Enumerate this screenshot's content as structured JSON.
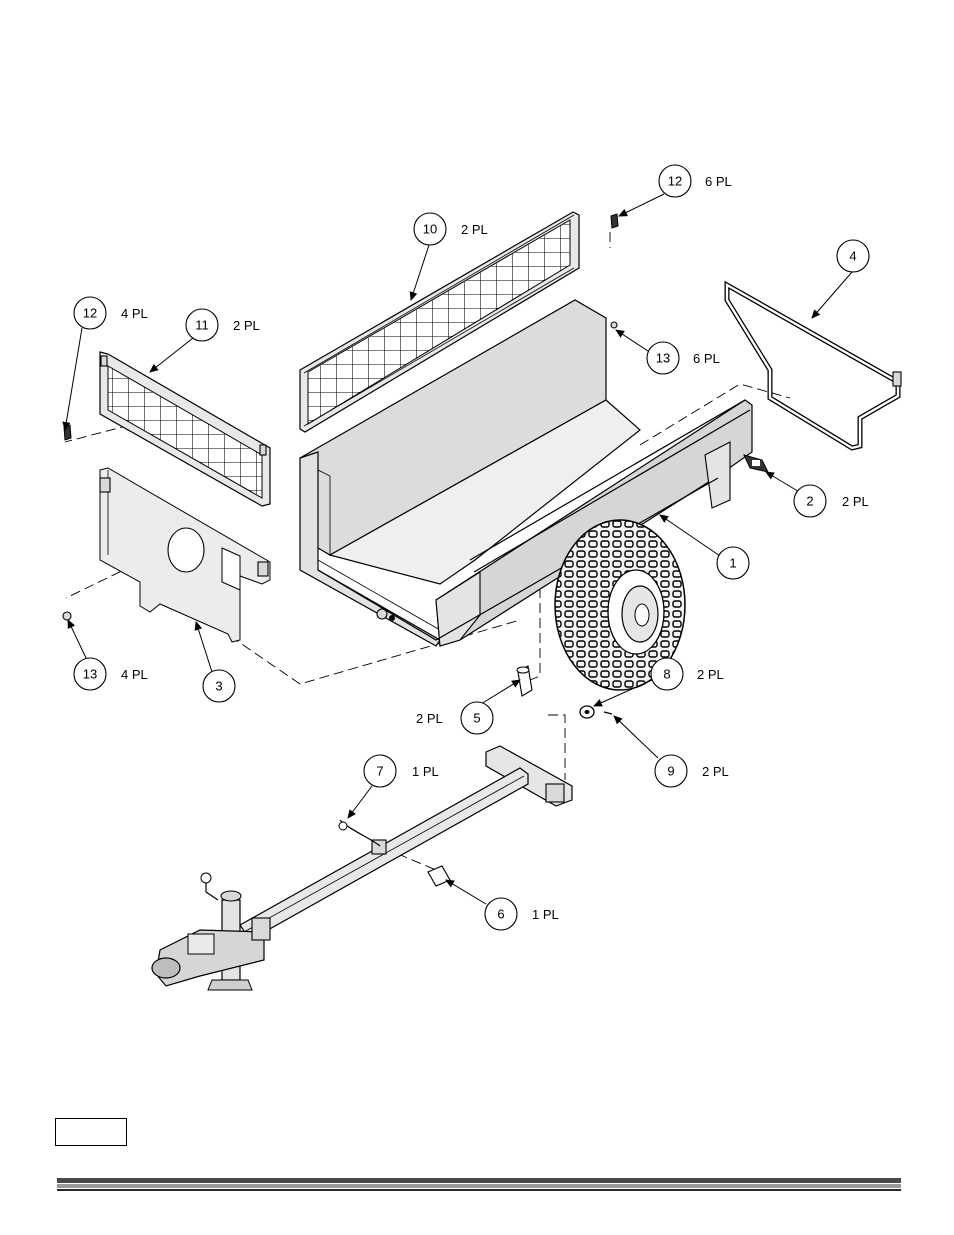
{
  "callouts": [
    {
      "id": "1",
      "qty": ""
    },
    {
      "id": "2",
      "qty": "2 PL"
    },
    {
      "id": "3",
      "qty": ""
    },
    {
      "id": "4",
      "qty": ""
    },
    {
      "id": "5",
      "qty": "2 PL"
    },
    {
      "id": "6",
      "qty": "1 PL"
    },
    {
      "id": "7",
      "qty": "1 PL"
    },
    {
      "id": "8",
      "qty": "2 PL"
    },
    {
      "id": "9",
      "qty": "2 PL"
    },
    {
      "id": "10",
      "qty": "2 PL"
    },
    {
      "id": "11",
      "qty": "2 PL"
    },
    {
      "id": "12a",
      "label": "12",
      "qty": "6 PL"
    },
    {
      "id": "12b",
      "label": "12",
      "qty": "4 PL"
    },
    {
      "id": "13a",
      "label": "13",
      "qty": "6 PL"
    },
    {
      "id": "13b",
      "label": "13",
      "qty": "4 PL"
    }
  ],
  "page_number": ""
}
